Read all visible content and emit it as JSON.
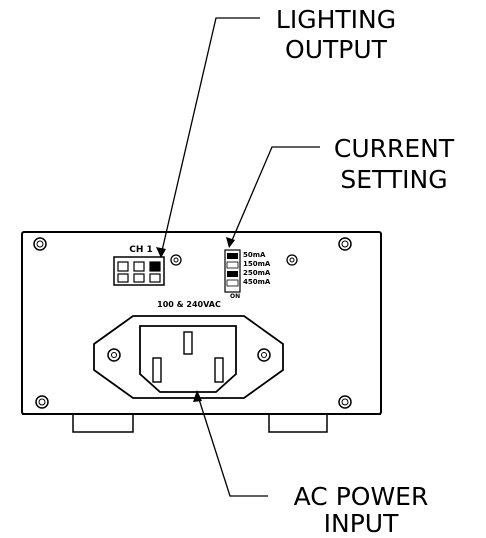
{
  "callouts": {
    "lighting_output": [
      "LIGHTING",
      "OUTPUT"
    ],
    "current_setting": [
      "CURRENT",
      "SETTING"
    ],
    "ac_power_input": [
      "AC POWER",
      "INPUT"
    ]
  },
  "panel": {
    "channel_label": "CH 1",
    "voltage_label": "100 & 240VAC",
    "dip_switch_on_label": "ON",
    "current_options": [
      "50mA",
      "150mA",
      "250mA",
      "450mA"
    ]
  }
}
